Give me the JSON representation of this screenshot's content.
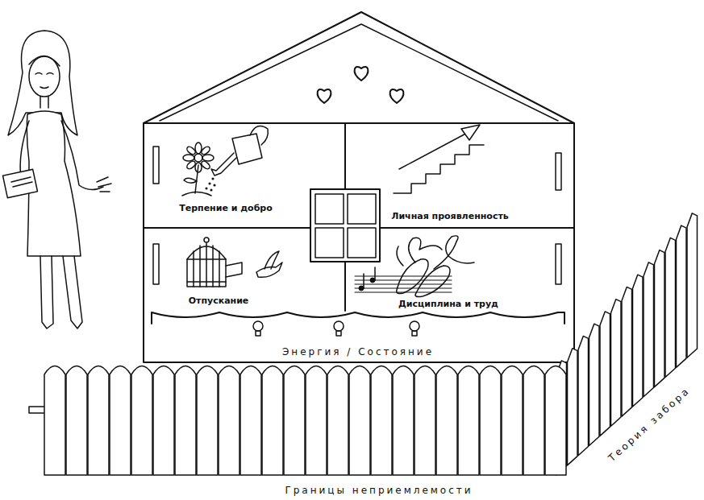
{
  "diagram": {
    "nodes": [
      {
        "text": [
          "Терпение и добро"
        ]
      },
      {
        "text": [
          "Личная проявленность"
        ]
      },
      {
        "text": [
          "Отпускание"
        ]
      },
      {
        "text": [
          "Дисциплина и труд"
        ]
      },
      {
        "text": [
          "Энергия / Состояние"
        ]
      }
    ],
    "labels": [
      "Границы неприемлемости",
      "Теория забора"
    ]
  }
}
